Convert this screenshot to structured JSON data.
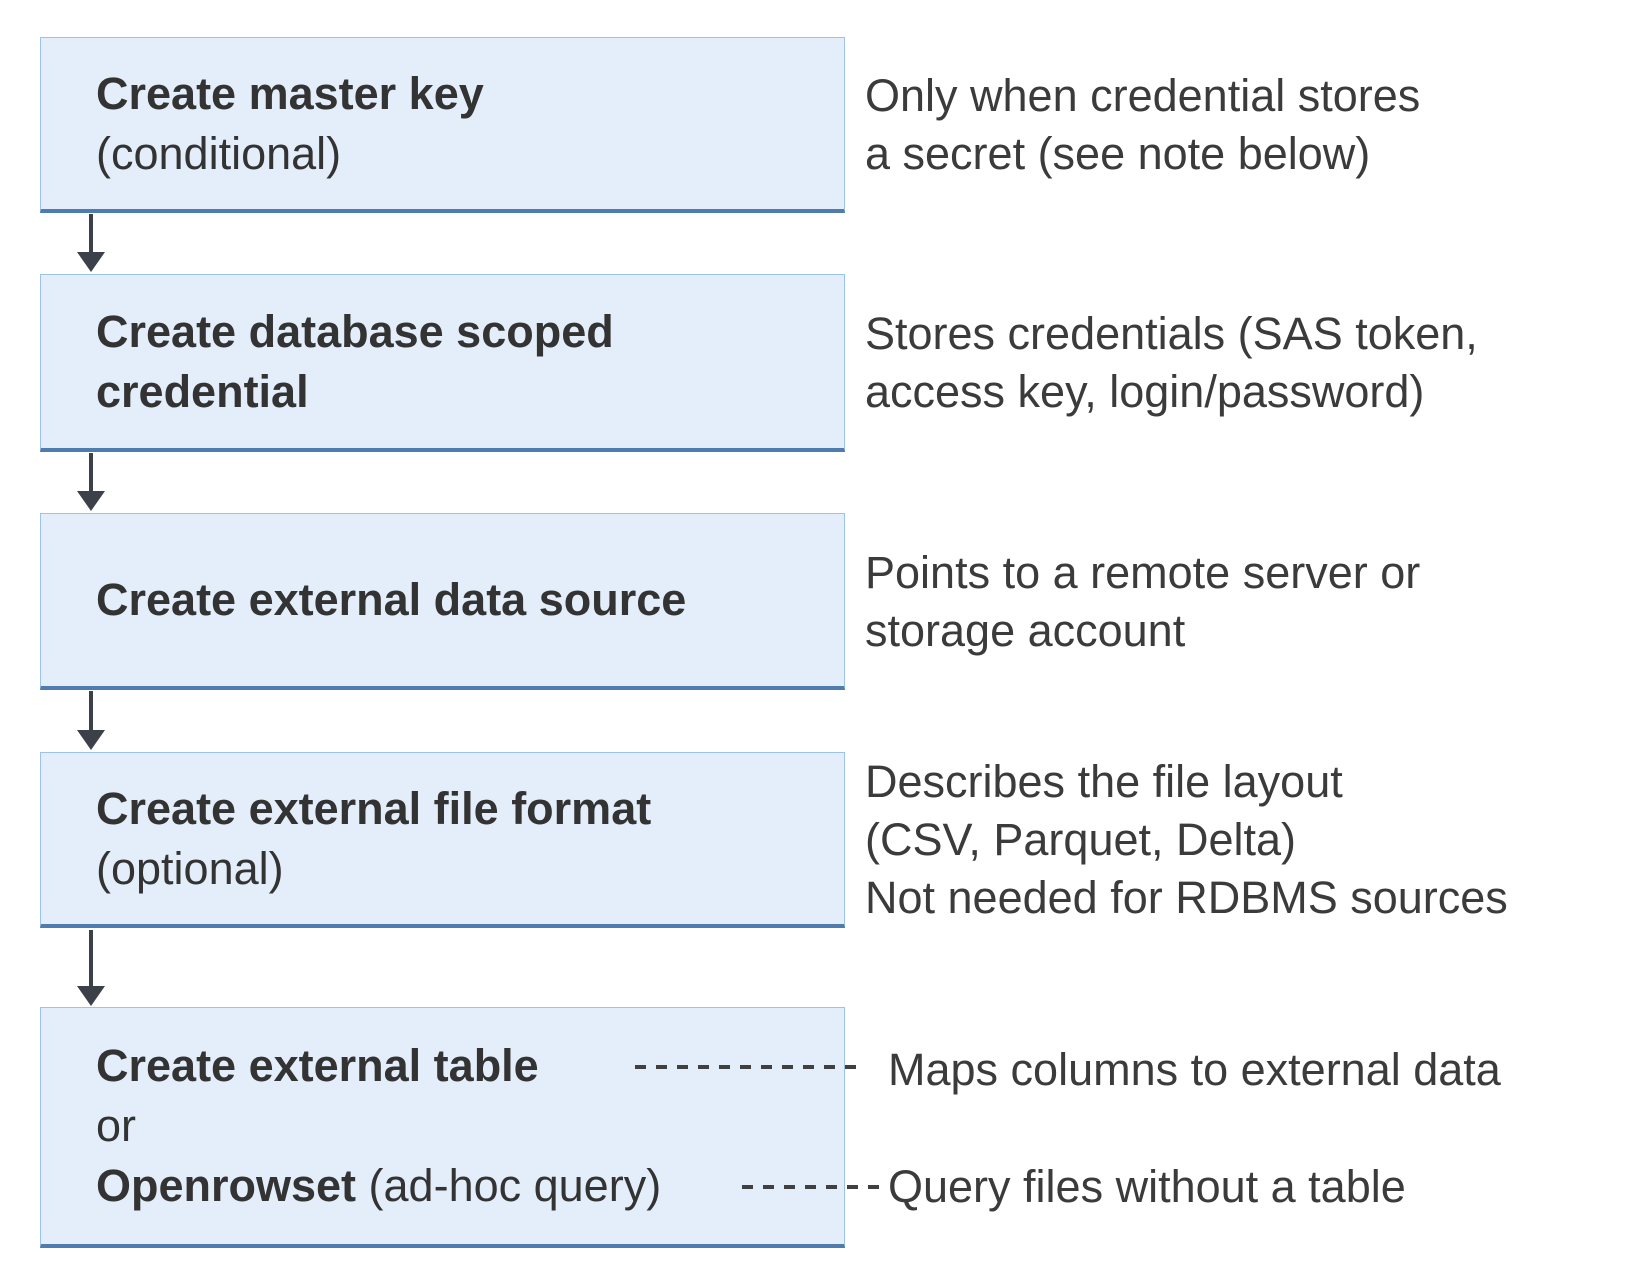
{
  "diagram": {
    "colors": {
      "box_fill": "#e4eefb",
      "box_border_light": "#9dc3e6",
      "box_border_dark": "#4e7cae",
      "box_text": "#333333",
      "note_text": "#3b3b3b",
      "arrow": "#3c4048",
      "dash": "#404040"
    },
    "steps": [
      {
        "title": "Create master key",
        "subtitle": "(conditional)",
        "note": [
          "Only when credential stores",
          "a secret (see note below)"
        ]
      },
      {
        "title": "Create database scoped credential",
        "note": [
          "Stores credentials (SAS token,",
          "access key, login/password)"
        ]
      },
      {
        "title": "Create external data source",
        "note": [
          "Points to a remote server or",
          "storage account"
        ]
      },
      {
        "title": "Create external file format",
        "subtitle": "(optional)",
        "note": [
          "Describes the file layout",
          "(CSV, Parquet, Delta)",
          "Not needed for RDBMS sources"
        ]
      },
      {
        "title": "Create external table",
        "or_label": "or",
        "openrowset_title": "Openrowset",
        "openrowset_suffix": " (ad-hoc query)",
        "note_table": "Maps columns to external data",
        "note_openrowset": "Query files without a table"
      }
    ]
  }
}
